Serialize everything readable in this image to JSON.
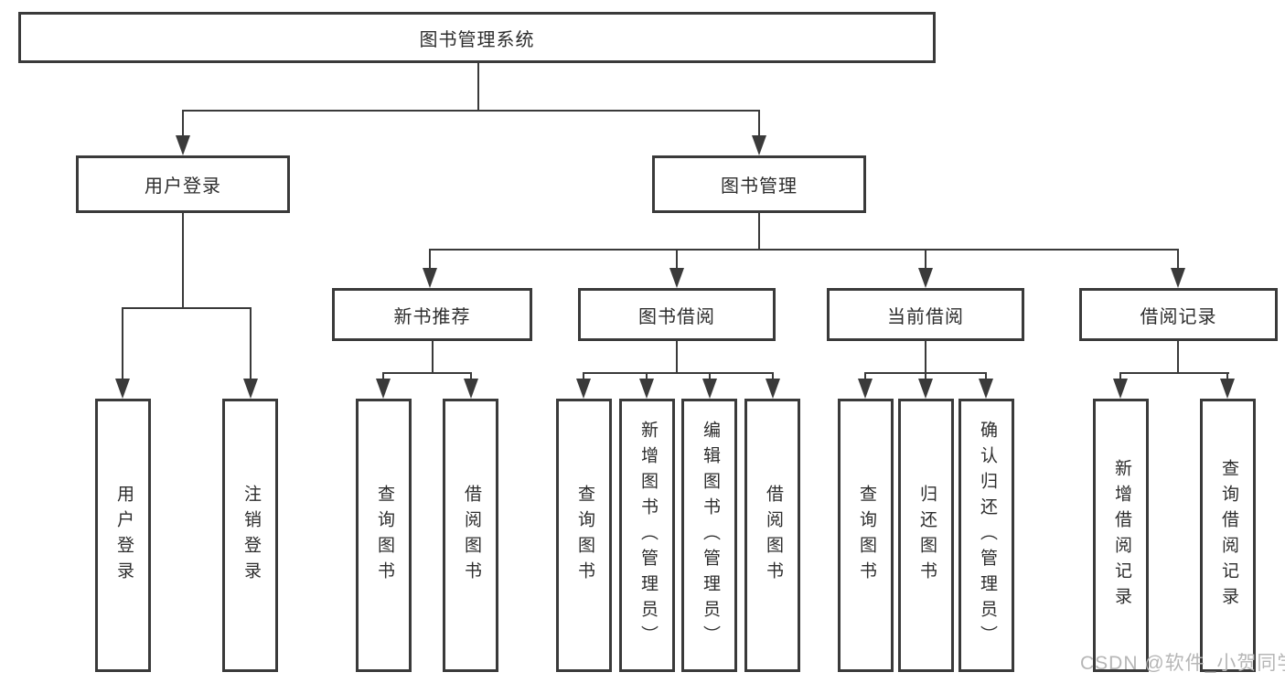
{
  "tree": {
    "root": "图书管理系统",
    "branches": [
      {
        "label": "用户登录",
        "children": [
          "用户登录",
          "注销登录"
        ]
      },
      {
        "label": "图书管理",
        "groups": [
          {
            "label": "新书推荐",
            "children": [
              "查询图书",
              "借阅图书"
            ]
          },
          {
            "label": "图书借阅",
            "children": [
              "查询图书",
              "新增图书（管理员）",
              "编辑图书（管理员）",
              "借阅图书"
            ]
          },
          {
            "label": "当前借阅",
            "children": [
              "查询图书",
              "归还图书",
              "确认归还（管理员）"
            ]
          },
          {
            "label": "借阅记录",
            "children": [
              "新增借阅记录",
              "查询借阅记录"
            ]
          }
        ]
      }
    ]
  },
  "watermark": "CSDN @软件_小贺同学",
  "colors": {
    "line": "#3a3a3a",
    "text": "#2d2d2d",
    "watermark": "#b6b6b6",
    "background": "#ffffff"
  }
}
